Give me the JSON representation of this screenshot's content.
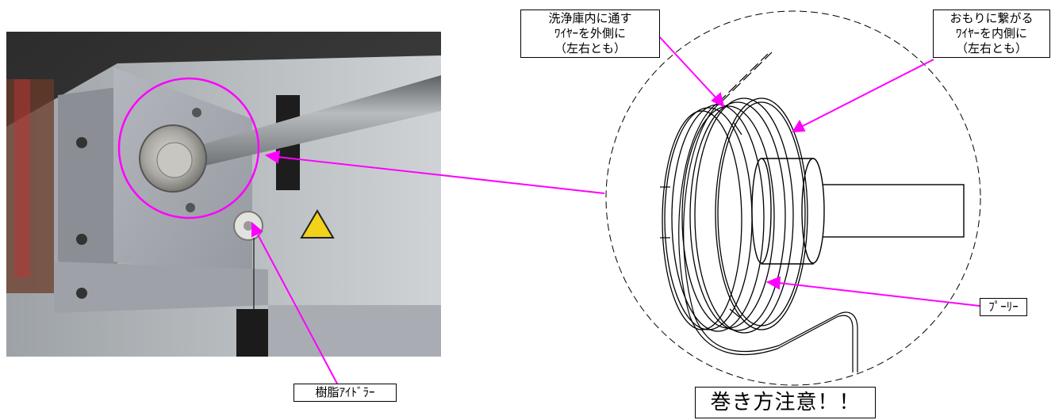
{
  "labels": {
    "wire_outer": [
      "洗浄庫内に通す",
      "ﾜｲﾔｰを外側に",
      "（左右とも）"
    ],
    "wire_inner": [
      "おもりに繋がる",
      "ﾜｲﾔｰを内側に",
      "（左右とも）"
    ],
    "pulley": "ﾌﾟｰﾘｰ",
    "idler": "樹脂ｱｲﾄﾞﾗｰ",
    "caution": "巻き方注意！！"
  },
  "colors": {
    "callout": "#ff00ff",
    "line": "#000000"
  }
}
